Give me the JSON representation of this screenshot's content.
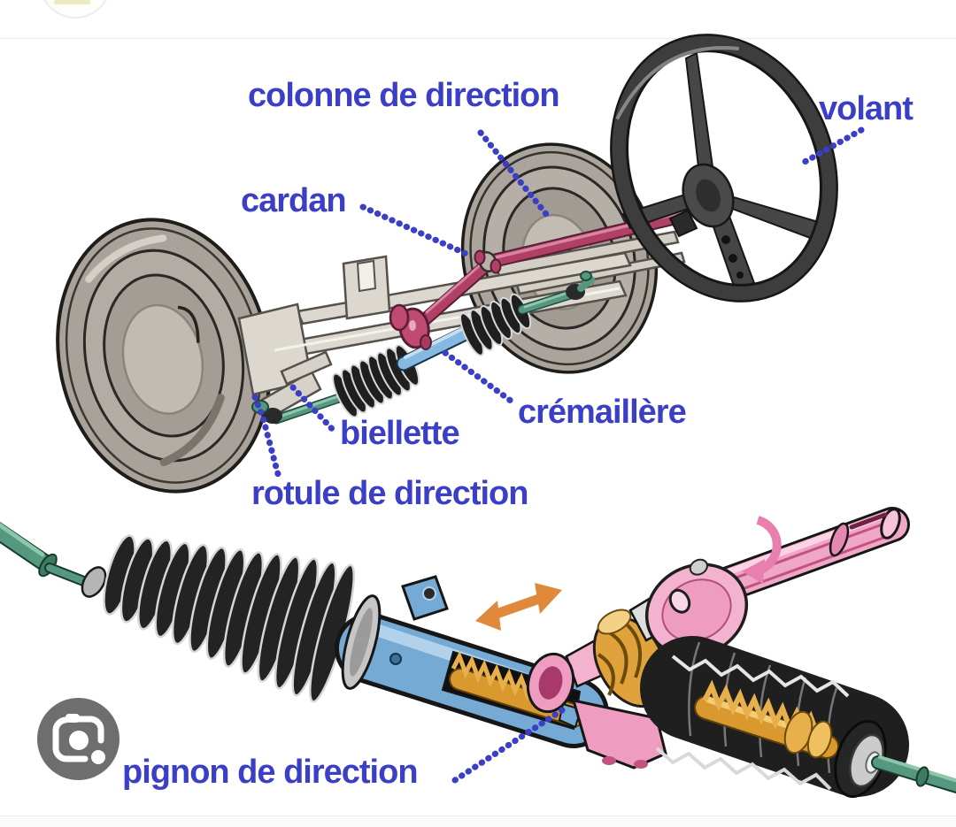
{
  "diagram": {
    "labels": {
      "colonne": "colonne de direction",
      "volant": "volant",
      "cardan": "cardan",
      "cremaillere": "crémaillère",
      "biellette": "biellette",
      "rotule": "rotule de direction",
      "pignon": "pignon de direction"
    }
  },
  "colors": {
    "label_blue": "#3b3ec6",
    "column_red": "#b04066",
    "rack_blue": "#86b9e1",
    "tie_rod_green": "#55987f",
    "pinion_gold": "#d9992f",
    "pinion_housing_pink": "#f3b3cf",
    "motion_arrow_orange": "#e0883c",
    "rotation_arrow_pink": "#e87fae",
    "tire_gray": "#a9a29a",
    "lens_button_gray": "#6e6e6e"
  },
  "icons": {
    "lens_camera": "google-lens-camera-icon"
  }
}
